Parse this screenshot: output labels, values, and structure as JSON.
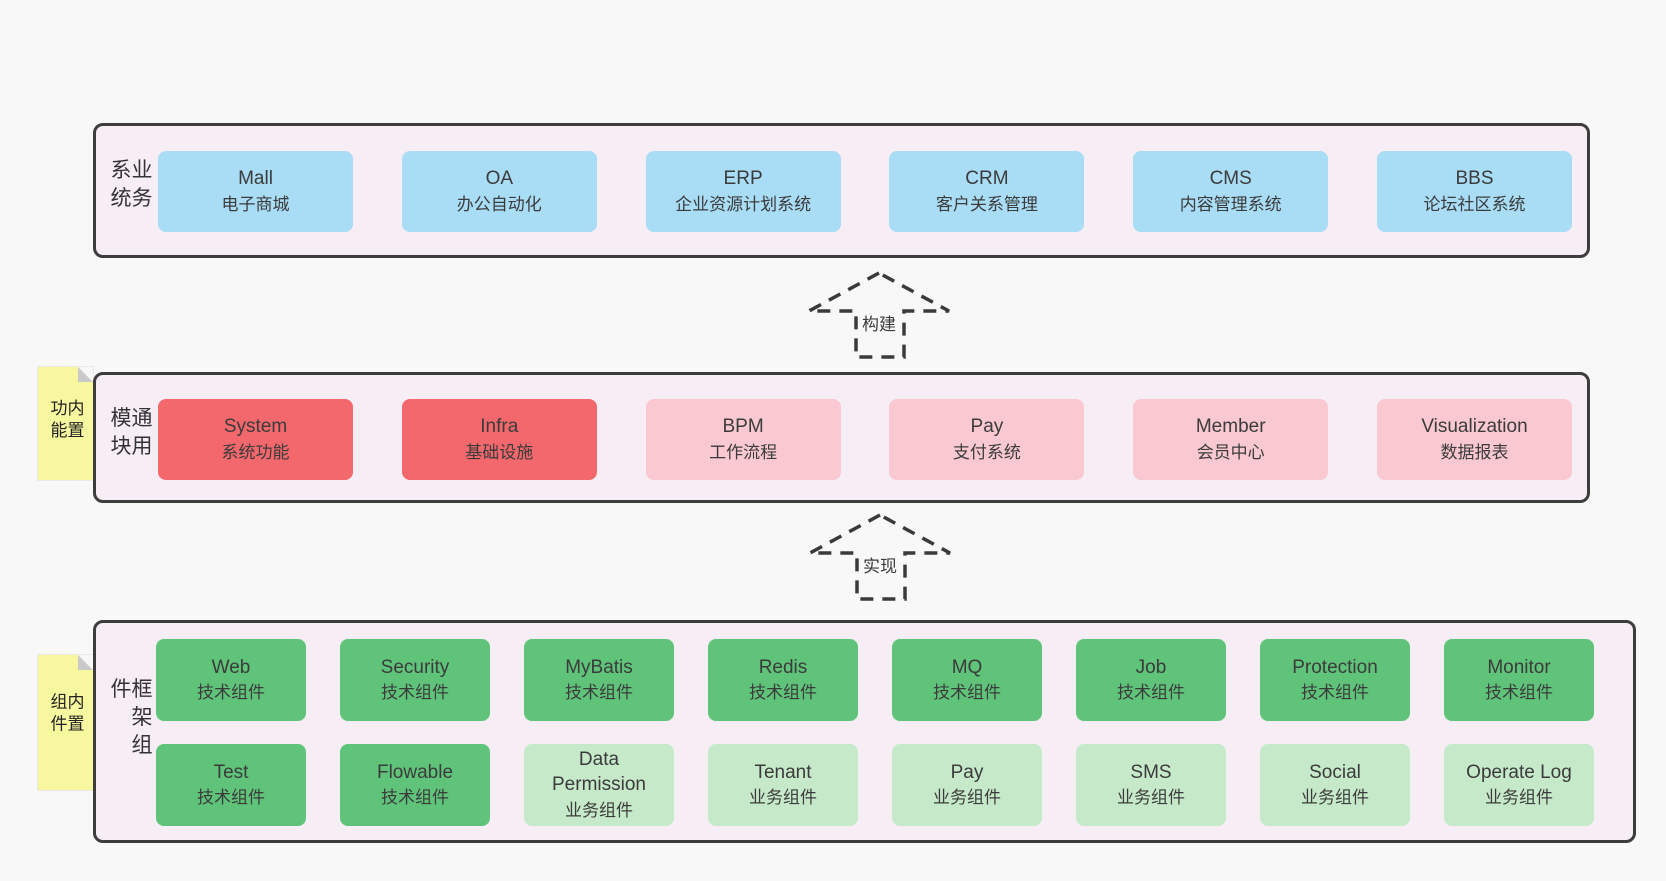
{
  "diagram": {
    "arrows": [
      {
        "label": "构建"
      },
      {
        "label": "实现"
      }
    ]
  },
  "layers": [
    {
      "title": "业务系统",
      "boxes": [
        {
          "name": "Mall",
          "desc": "电子商城",
          "variant": "blue"
        },
        {
          "name": "OA",
          "desc": "办公自动化",
          "variant": "blue"
        },
        {
          "name": "ERP",
          "desc": "企业资源计划系统",
          "variant": "blue"
        },
        {
          "name": "CRM",
          "desc": "客户关系管理",
          "variant": "blue"
        },
        {
          "name": "CMS",
          "desc": "内容管理系统",
          "variant": "blue"
        },
        {
          "name": "BBS",
          "desc": "论坛社区系统",
          "variant": "blue"
        }
      ]
    },
    {
      "title": "通用模块",
      "note": "内置功能",
      "boxes": [
        {
          "name": "System",
          "desc": "系统功能",
          "variant": "red"
        },
        {
          "name": "Infra",
          "desc": "基础设施",
          "variant": "red"
        },
        {
          "name": "BPM",
          "desc": "工作流程",
          "variant": "pink"
        },
        {
          "name": "Pay",
          "desc": "支付系统",
          "variant": "pink"
        },
        {
          "name": "Member",
          "desc": "会员中心",
          "variant": "pink"
        },
        {
          "name": "Visualization",
          "desc": "数据报表",
          "variant": "pink"
        }
      ]
    },
    {
      "title": "框架组件",
      "note": "内置组件",
      "rows": [
        [
          {
            "name": "Web",
            "desc": "技术组件",
            "variant": "green"
          },
          {
            "name": "Security",
            "desc": "技术组件",
            "variant": "green"
          },
          {
            "name": "MyBatis",
            "desc": "技术组件",
            "variant": "green"
          },
          {
            "name": "Redis",
            "desc": "技术组件",
            "variant": "green"
          },
          {
            "name": "MQ",
            "desc": "技术组件",
            "variant": "green"
          },
          {
            "name": "Job",
            "desc": "技术组件",
            "variant": "green"
          },
          {
            "name": "Protection",
            "desc": "技术组件",
            "variant": "green"
          },
          {
            "name": "Monitor",
            "desc": "技术组件",
            "variant": "green"
          }
        ],
        [
          {
            "name": "Test",
            "desc": "技术组件",
            "variant": "green"
          },
          {
            "name": "Flowable",
            "desc": "技术组件",
            "variant": "green"
          },
          {
            "name": "Data Permission",
            "desc": "业务组件",
            "variant": "green-light"
          },
          {
            "name": "Tenant",
            "desc": "业务组件",
            "variant": "green-light"
          },
          {
            "name": "Pay",
            "desc": "业务组件",
            "variant": "green-light"
          },
          {
            "name": "SMS",
            "desc": "业务组件",
            "variant": "green-light"
          },
          {
            "name": "Social",
            "desc": "业务组件",
            "variant": "green-light"
          },
          {
            "name": "Operate Log",
            "desc": "业务组件",
            "variant": "green-light"
          }
        ]
      ]
    }
  ],
  "colors": {
    "page_bg": "#f8f8f8",
    "layer_bg": "#f7edf5",
    "layer_border": "#3d3d3d",
    "business_box": "#a9dcf5",
    "core_module_box": "#f3686d",
    "optional_module_box": "#f9c8d1",
    "tech_component_box": "#5fc47a",
    "biz_component_box": "#c6e9ca",
    "note_bg": "#f7f7a0",
    "note_fold": "#c9c9c9",
    "text": "#3b3b3b"
  }
}
